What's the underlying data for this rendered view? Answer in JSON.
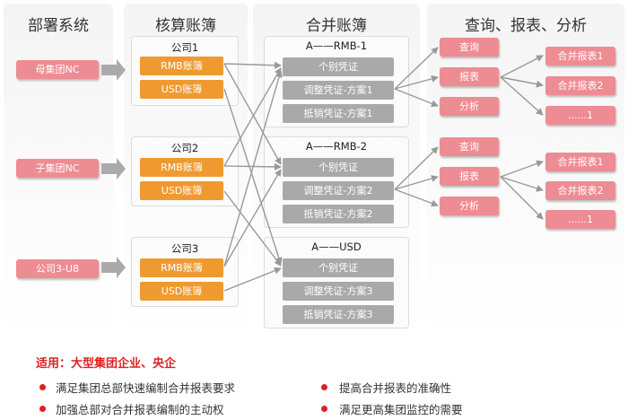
{
  "columns": {
    "dept": "部署系统",
    "ledger": "核算账簿",
    "merge": "合并账簿",
    "query": "查询、报表、分析"
  },
  "systems": [
    "母集团NC",
    "子集团NC",
    "公司3-U8"
  ],
  "companies": [
    {
      "name": "公司1",
      "books": [
        "RMB账簿",
        "USD账簿"
      ]
    },
    {
      "name": "公司2",
      "books": [
        "RMB账簿",
        "USD账簿"
      ]
    },
    {
      "name": "公司3",
      "books": [
        "RMB账簿",
        "USD账簿"
      ]
    }
  ],
  "merges": [
    {
      "name": "A——RMB-1",
      "items": [
        "个别凭证",
        "调整凭证-方案1",
        "抵销凭证-方案1"
      ]
    },
    {
      "name": "A——RMB-2",
      "items": [
        "个别凭证",
        "调整凭证-方案2",
        "抵销凭证-方案2"
      ]
    },
    {
      "name": "A——USD",
      "items": [
        "个别凭证",
        "调整凭证-方案3",
        "抵销凭证-方案3"
      ]
    }
  ],
  "outputs": [
    {
      "items": [
        "查询",
        "报表",
        "分析"
      ],
      "reports": [
        "合并报表1",
        "合并报表2",
        "......1"
      ]
    },
    {
      "items": [
        "查询",
        "报表",
        "分析"
      ],
      "reports": [
        "合并报表1",
        "合并报表2",
        "......1"
      ]
    }
  ],
  "notes": {
    "title": "适用：大型集团企业、央企",
    "left": [
      "满足集团总部快速编制合并报表要求",
      "加强总部对合并报表编制的主动权"
    ],
    "right": [
      "提高合并报表的准确性",
      "满足更高集团监控的需要"
    ]
  },
  "colors": {
    "pink": "#ee8c93",
    "orange": "#ef9a31",
    "gray": "#a9a9a9",
    "red": "#e02020",
    "arrow": "#999999"
  }
}
